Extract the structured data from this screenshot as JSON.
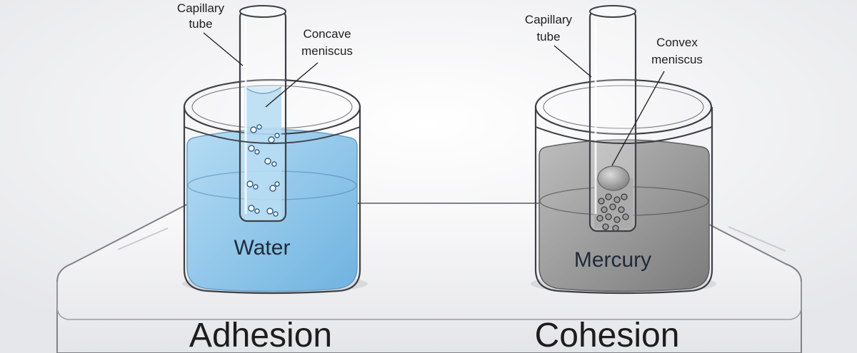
{
  "adhesion": {
    "tube_label_line1": "Capillary",
    "tube_label_line2": "tube",
    "meniscus_label_line1": "Concave",
    "meniscus_label_line2": "meniscus",
    "liquid_label": "Water",
    "title": "Adhesion",
    "liquid_color": "#8fc9ec"
  },
  "cohesion": {
    "tube_label_line1": "Capillary",
    "tube_label_line2": "tube",
    "meniscus_label_line1": "Convex",
    "meniscus_label_line2": "meniscus",
    "liquid_label": "Mercury",
    "title": "Cohesion",
    "liquid_color": "#9a9a9a"
  }
}
